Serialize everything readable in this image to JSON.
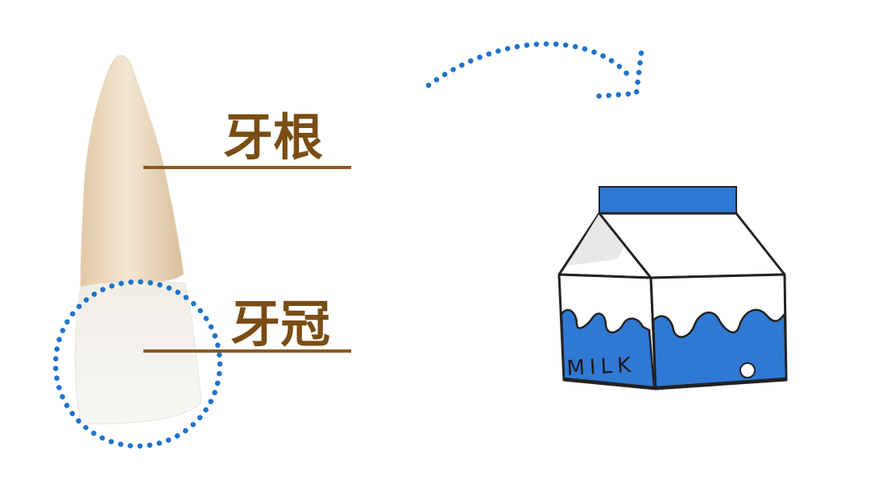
{
  "labels": {
    "root": "牙根",
    "crown": "牙冠"
  },
  "carton": {
    "text": "MILK"
  },
  "colors": {
    "label_brown": "#7a4d14",
    "line_brown": "#8a5a24",
    "dot_blue": "#1f73c9",
    "milk_blue": "#2f78d4",
    "outline": "#222222",
    "tooth_root": "#ead7bd",
    "tooth_crown": "#f3f1ee"
  },
  "icons": {
    "arrow": "dotted-curved-arrow-icon",
    "carton": "milk-carton-icon"
  }
}
